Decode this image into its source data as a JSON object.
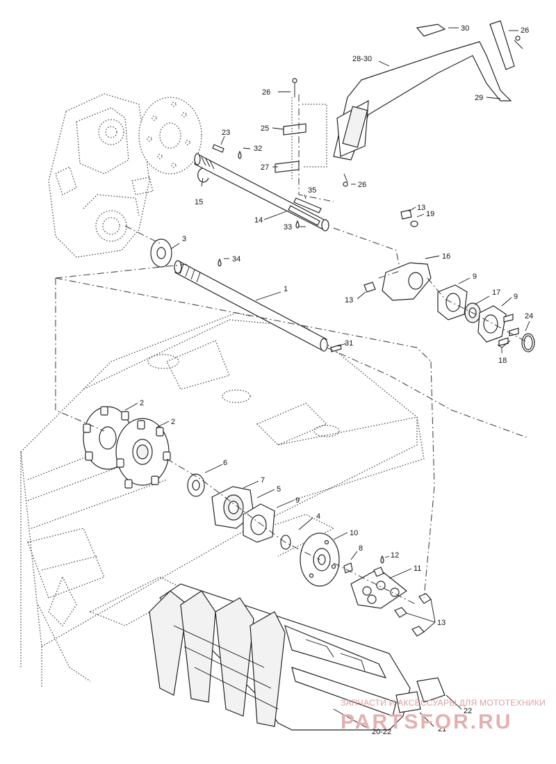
{
  "callouts": {
    "c30": "30",
    "c26a": "26",
    "c2830": "28-30",
    "c26b": "26",
    "c29": "29",
    "c23": "23",
    "c32": "32",
    "c25": "25",
    "c27": "27",
    "c26c": "26",
    "c15": "15",
    "c35": "35",
    "c14": "14",
    "c33": "33",
    "c13a": "13",
    "c19": "19",
    "c3": "3",
    "c34": "34",
    "c16": "16",
    "c9a": "9",
    "c1": "1",
    "c13b": "13",
    "c17": "17",
    "c9b": "9",
    "c24": "24",
    "c31": "31",
    "c18": "18",
    "c2a": "2",
    "c2b": "2",
    "c6": "6",
    "c7": "7",
    "c5": "5",
    "c9c": "9",
    "c4": "4",
    "c10": "10",
    "c8": "8",
    "c12": "12",
    "c11": "11",
    "c13c": "13",
    "c22": "22",
    "c2022": "20-22",
    "c21": "21"
  },
  "watermark": {
    "tagline": "ЗАПЧАСТИ И АКСЕССУАРЫ ДЛЯ МОТОТЕХНИКИ",
    "brand": "PARTSFOR.RU"
  },
  "colors": {
    "ink": "#222222",
    "watermark": "#e3b0b0"
  }
}
